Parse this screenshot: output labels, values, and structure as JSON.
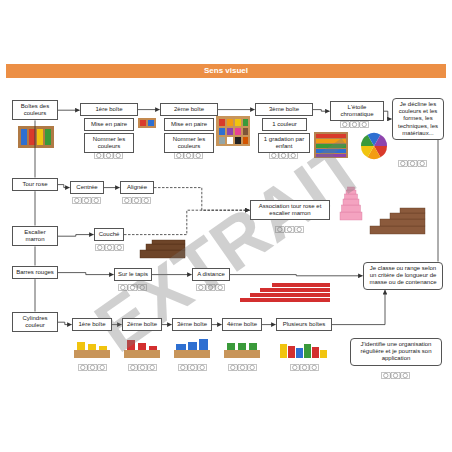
{
  "diagram": {
    "title": "Sens visuel",
    "nodes": [
      {
        "text": [
          "Boîtes des couleurs"
        ]
      },
      {
        "text": [
          "1ère boîte"
        ]
      },
      {
        "text": [
          "Mise en paire"
        ]
      },
      {
        "text": [
          "Nommer les couleurs"
        ]
      },
      {
        "text": [
          "2ème boîte"
        ]
      },
      {
        "text": [
          "Mise en paire"
        ]
      },
      {
        "text": [
          "Nommer les couleurs"
        ]
      },
      {
        "text": [
          "3ème boîte"
        ]
      },
      {
        "text": [
          "1 couleur"
        ]
      },
      {
        "text": [
          "1 gradation par enfant"
        ]
      },
      {
        "text": [
          "L'étoile chromatique"
        ]
      },
      {
        "text": [
          "Je décline les couleurs et les formes, les techniques, les matériaux..."
        ]
      },
      {
        "text": [
          "Tour rose"
        ]
      },
      {
        "text": [
          "Centrée"
        ]
      },
      {
        "text": [
          "Alignée"
        ]
      },
      {
        "text": [
          "Association tour rose et escalier marron"
        ]
      },
      {
        "text": [
          "Escalier marron"
        ]
      },
      {
        "text": [
          "Couché"
        ]
      },
      {
        "text": [
          "Barres rouges"
        ]
      },
      {
        "text": [
          "Sur le tapis"
        ]
      },
      {
        "text": [
          "A distance"
        ]
      },
      {
        "text": [
          "Je classe ou range selon un critère de longueur de masse ou de contenance"
        ]
      },
      {
        "text": [
          "Cylindres couleur"
        ]
      },
      {
        "text": [
          "1ère boîte"
        ]
      },
      {
        "text": [
          "2ème boîte"
        ]
      },
      {
        "text": [
          "3ème boîte"
        ]
      },
      {
        "text": [
          "4ème boîte"
        ]
      },
      {
        "text": [
          "Plusieurs boîtes"
        ]
      },
      {
        "text": [
          "J'identifie une organisation régulière et je pourrais son application"
        ]
      }
    ],
    "edges": [
      {
        "from": 0,
        "to": 1,
        "arrow": "to"
      },
      {
        "from": 1,
        "to": 4,
        "arrow": "to"
      },
      {
        "from": 4,
        "to": 7,
        "arrow": "to"
      },
      {
        "from": 7,
        "to": 10,
        "arrow": "to"
      },
      {
        "from": 10,
        "to": 11,
        "arrow": "to"
      },
      {
        "from": 0,
        "to": 12,
        "arrow": "none"
      },
      {
        "from": 12,
        "to": 16,
        "arrow": "none"
      },
      {
        "from": 16,
        "to": 18,
        "arrow": "none"
      },
      {
        "from": 18,
        "to": 22,
        "arrow": "none"
      },
      {
        "from": 12,
        "to": 13,
        "arrow": "to"
      },
      {
        "from": 13,
        "to": 14,
        "arrow": "to"
      },
      {
        "from": 14,
        "to": 15,
        "arrow": "to"
      },
      {
        "from": 16,
        "to": 17,
        "arrow": "to"
      },
      {
        "from": 17,
        "to": 15,
        "arrow": "to"
      },
      {
        "from": 18,
        "to": 19,
        "arrow": "to"
      },
      {
        "from": 19,
        "to": 20,
        "arrow": "to"
      },
      {
        "from": 20,
        "to": 21,
        "arrow": "to"
      },
      {
        "from": 22,
        "to": 23,
        "arrow": "to"
      },
      {
        "from": 23,
        "to": 24,
        "arrow": "to"
      },
      {
        "from": 24,
        "to": 25,
        "arrow": "to"
      },
      {
        "from": 25,
        "to": 26,
        "arrow": "to"
      },
      {
        "from": 26,
        "to": 27,
        "arrow": "to"
      },
      {
        "from": 27,
        "to": 21,
        "arrow": "to"
      },
      {
        "from": 11,
        "to": 21,
        "arrow": "none"
      }
    ],
    "labels": [
      "EXTRAIT"
    ]
  }
}
